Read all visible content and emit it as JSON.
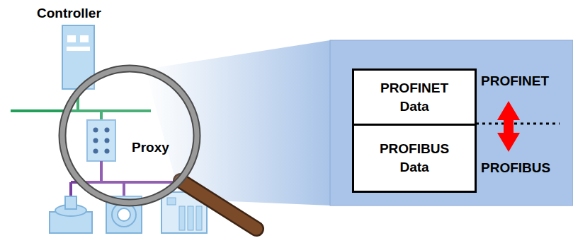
{
  "diagram": {
    "nodes": [
      {
        "text": [
          "PROFINET Data"
        ]
      },
      {
        "text": [
          "PROFIBUS Data"
        ]
      }
    ],
    "labels": [
      "Controller",
      "Proxy",
      "PROFINET",
      "PROFIBUS"
    ]
  }
}
